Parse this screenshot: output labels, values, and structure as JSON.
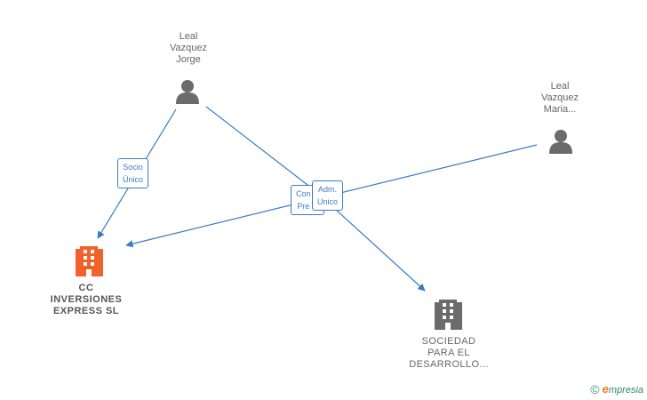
{
  "nodes": {
    "leal_jorge": {
      "lines": [
        "Leal",
        "Vazquez",
        "Jorge"
      ]
    },
    "leal_maria": {
      "lines": [
        "Leal",
        "Vazquez",
        "Maria..."
      ]
    },
    "cc_inversiones": {
      "lines": [
        "CC",
        "INVERSIONES",
        "EXPRESS SL"
      ]
    },
    "sociedad": {
      "lines": [
        "SOCIEDAD",
        "PARA EL",
        "DESARROLLO..."
      ]
    }
  },
  "edges": {
    "socio_unico": {
      "lines": [
        "Socio",
        "Único"
      ]
    },
    "consejero_presidente": {
      "lines": [
        "Con",
        "Pre"
      ]
    },
    "adm_unico": {
      "lines": [
        "Adm.",
        "Unico"
      ]
    }
  },
  "icons": {
    "person": "person-icon",
    "company_main": "building-icon",
    "company_other": "building-icon"
  },
  "colors": {
    "edge": "#3a7cc4",
    "person": "#6b6b6b",
    "company_main": "#f0622a",
    "company_other": "#6b6b6b"
  },
  "brand": {
    "copyright": "©",
    "initial": "e",
    "rest": "mpresia"
  }
}
